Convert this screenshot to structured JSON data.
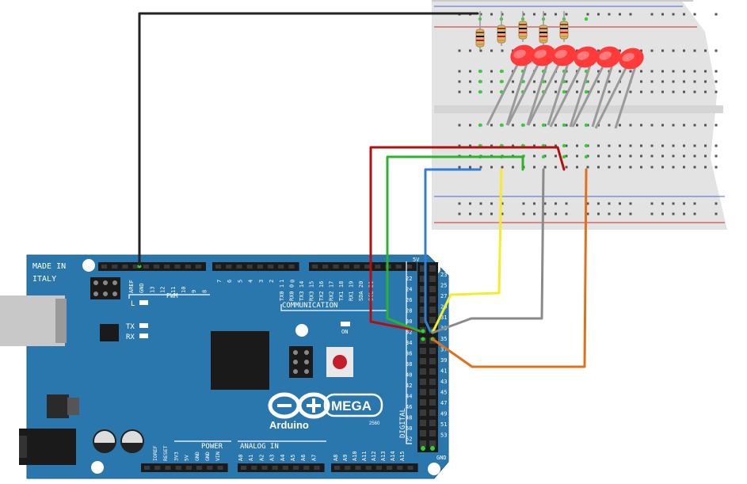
{
  "board": {
    "made_in": "MADE IN",
    "country": "ITALY",
    "brand": "Arduino",
    "model": "MEGA",
    "model_code": "2560",
    "comm_label": "COMMUNICATION",
    "power_label": "POWER",
    "analog_label": "ANALOG IN",
    "digital_label": "DIGITAL",
    "pwm_label": "PWM",
    "on_label": "ON",
    "led_l": "L",
    "tx": "TX",
    "rx": "RX",
    "gnd_label": "GND",
    "five_v_label": "5V",
    "top_pins": [
      "AREF",
      "GND",
      "13",
      "12",
      "11",
      "10",
      "9",
      "8"
    ],
    "top_pins_b": [
      "7",
      "6",
      "5",
      "4",
      "3",
      "2",
      "1",
      "0"
    ],
    "comm_pins": [
      "TX0 1",
      "RX0 0",
      "TX3 14",
      "RX3 15",
      "TX2 16",
      "RX2 17",
      "TX1 18",
      "RX1 19",
      "SDA 20",
      "SCL 21"
    ],
    "power_pins": [
      "IOREF",
      "RESET",
      "3V3",
      "5V",
      "GND",
      "GND",
      "VIN"
    ],
    "analog_pins": [
      "A0",
      "A1",
      "A2",
      "A3",
      "A4",
      "A5",
      "A6",
      "A7",
      "A8",
      "A9",
      "A10",
      "A11",
      "A12",
      "A13",
      "A14",
      "A15"
    ],
    "digital_left": [
      "22",
      "24",
      "26",
      "28",
      "30",
      "32",
      "34",
      "36",
      "38",
      "40",
      "42",
      "44",
      "46",
      "48",
      "50",
      "52"
    ],
    "digital_right": [
      "23",
      "25",
      "27",
      "29",
      "31",
      "33",
      "35",
      "37",
      "39",
      "41",
      "43",
      "45",
      "47",
      "49",
      "51",
      "53"
    ]
  },
  "colors": {
    "board": "#2a77ad",
    "breadboard": "#e3e3e3",
    "wire_black": "#222222",
    "wire_red": "#b40f0f",
    "wire_green": "#2bb32b",
    "wire_blue": "#2f7fd6",
    "wire_yellow": "#f5ec2a",
    "wire_gray": "#8a8a8a",
    "wire_orange": "#e0701a",
    "led": "#ff3a3a"
  }
}
